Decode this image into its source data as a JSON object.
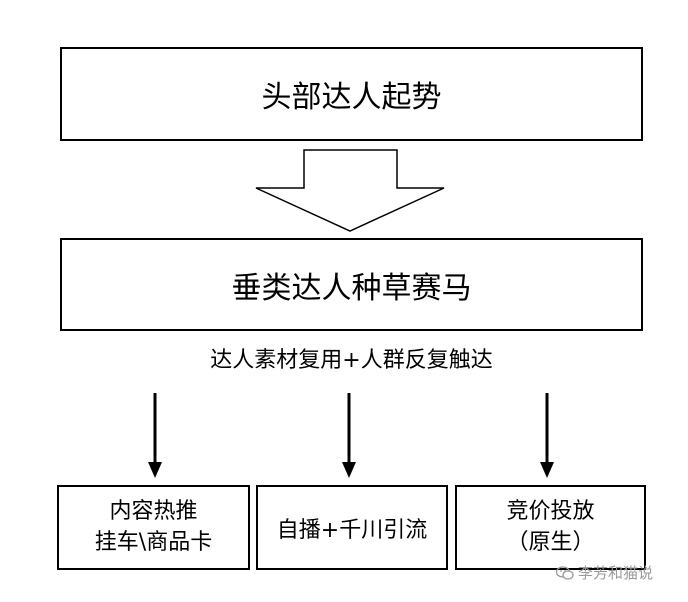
{
  "flowchart": {
    "top_box": "头部达人起势",
    "middle_box": "垂类达人种草赛马",
    "connector_label": "达人素材复用+人群反复触达",
    "bottom_boxes": [
      {
        "lines": [
          "内容热推",
          "挂车\\商品卡"
        ]
      },
      {
        "lines": [
          "自播+千川引流"
        ]
      },
      {
        "lines": [
          "竞价投放",
          "（原生）"
        ]
      }
    ]
  },
  "watermark": {
    "icon": "wechat-icon",
    "text": "李芳和猫说"
  }
}
